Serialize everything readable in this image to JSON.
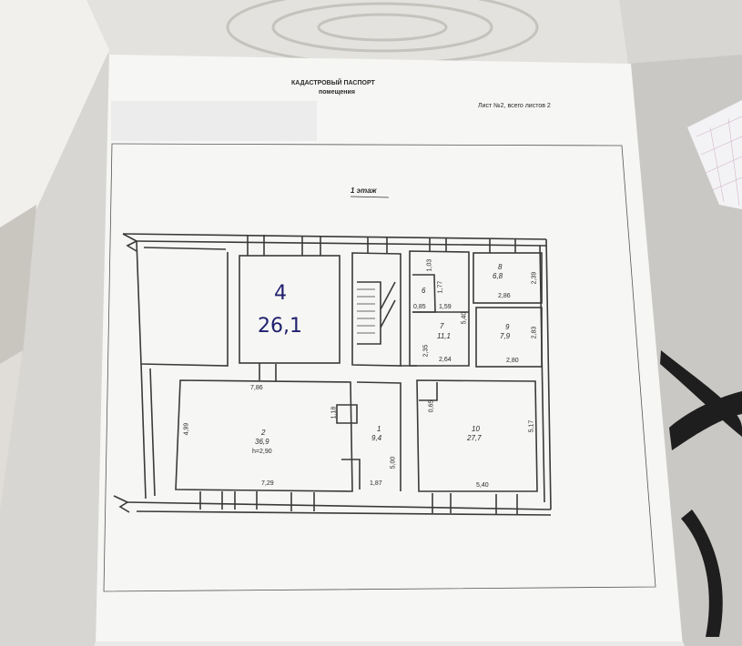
{
  "document": {
    "title": "КАДАСТРОВЫЙ ПАСПОРТ",
    "subtitle": "помещения",
    "sheet": "Лист №2, всего листов 2",
    "floor": "1  этаж"
  },
  "handwritten": {
    "room_number": "4",
    "area": "26,1"
  },
  "rooms": {
    "r1": {
      "num": "1",
      "area": "9,4"
    },
    "r2": {
      "num": "2",
      "area": "36,9",
      "height": "h=2,90"
    },
    "r6": {
      "num": "6"
    },
    "r7": {
      "num": "7",
      "area": "11,1"
    },
    "r8": {
      "num": "8",
      "area": "6,8"
    },
    "r9": {
      "num": "9",
      "area": "7,9"
    },
    "r10": {
      "num": "10",
      "area": "27,7"
    }
  },
  "dimensions": {
    "d_103": "1,03",
    "d_177": "1,77",
    "d_085": "0,85",
    "d_159": "1,59",
    "d_540v": "5,40",
    "d_235": "2,35",
    "d_264": "2,64",
    "d_239": "2,39",
    "d_286": "2,86",
    "d_283": "2,83",
    "d_280": "2,80",
    "d_786": "7,86",
    "d_118": "1,18",
    "d_065": "0,65",
    "d_499": "4,99",
    "d_517": "5,17",
    "d_500": "5,00",
    "d_729": "7,29",
    "d_187": "1,87",
    "d_540h": "5,40"
  }
}
